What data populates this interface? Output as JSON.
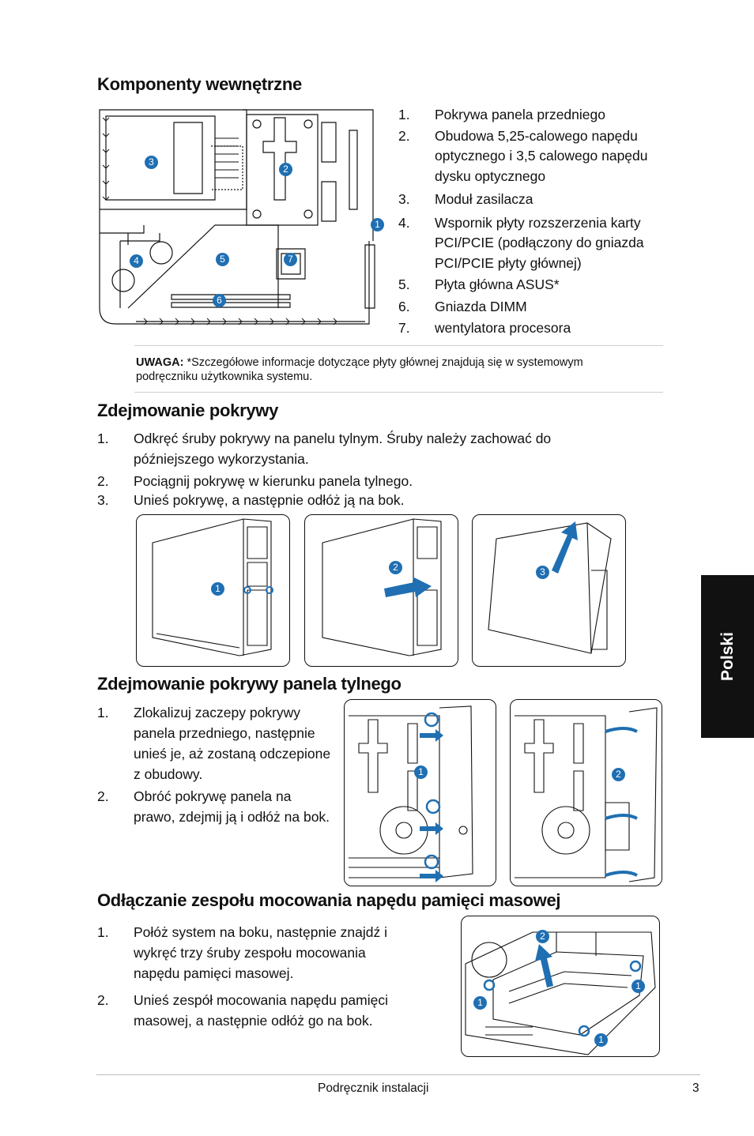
{
  "section1": {
    "title": "Komponenty wewnętrzne",
    "items": [
      {
        "num": "1.",
        "text": "Pokrywa panela przedniego"
      },
      {
        "num": "2.",
        "text": "Obudowa 5,25-calowego napędu optycznego i 3,5 calowego napędu dysku optycznego"
      },
      {
        "num": "3.",
        "text": "Moduł zasilacza"
      },
      {
        "num": "4.",
        "text": "Wspornik płyty rozszerzenia karty PCI/PCIE (podłączony do gniazda PCI/PCIE płyty głównej)"
      },
      {
        "num": "5.",
        "text": "Płyta główna ASUS*"
      },
      {
        "num": "6.",
        "text": "Gniazda DIMM"
      },
      {
        "num": "7.",
        "text": "wentylatora procesora"
      }
    ],
    "callouts": [
      "3",
      "2",
      "1",
      "4",
      "5",
      "7",
      "6"
    ],
    "note_label": "UWAGA:",
    "note_text": " *Szczegółowe informacje dotyczące płyty głównej znajdują się w systemowym podręczniku użytkownika systemu."
  },
  "section2": {
    "title": "Zdejmowanie pokrywy",
    "items": [
      {
        "num": "1.",
        "text": "Odkręć śruby pokrywy na panelu tylnym. Śruby należy zachować do późniejszego wykorzystania."
      },
      {
        "num": "2.",
        "text": "Pociągnij pokrywę w kierunku panela tylnego."
      },
      {
        "num": "3.",
        "text": "Unieś pokrywę, a następnie odłóż ją na bok."
      }
    ],
    "callouts": [
      "1",
      "2",
      "3"
    ]
  },
  "section3": {
    "title": "Zdejmowanie pokrywy panela tylnego",
    "items": [
      {
        "num": "1.",
        "text": "Zlokalizuj zaczepy pokrywy panela przedniego, następnie unieś je, aż zostaną odczepione z obudowy."
      },
      {
        "num": "2.",
        "text": "Obróć pokrywę panela na prawo, zdejmij ją i odłóż na bok."
      }
    ],
    "callouts": [
      "1",
      "2"
    ]
  },
  "section4": {
    "title": "Odłączanie zespołu mocowania napędu pamięci masowej",
    "items": [
      {
        "num": "1.",
        "text": "Połóż system na boku, następnie znajdź i wykręć trzy śruby zespołu mocowania napędu pamięci masowej."
      },
      {
        "num": "2.",
        "text": "Unieś zespół mocowania napędu pamięci masowej, a następnie odłóż go na bok."
      }
    ],
    "callouts": [
      "2",
      "1",
      "1",
      "1"
    ]
  },
  "side_tab": "Polski",
  "footer": {
    "text": "Podręcznik instalacji",
    "page": "3"
  },
  "colors": {
    "accent": "#1f6fb2",
    "tab": "#111111"
  }
}
